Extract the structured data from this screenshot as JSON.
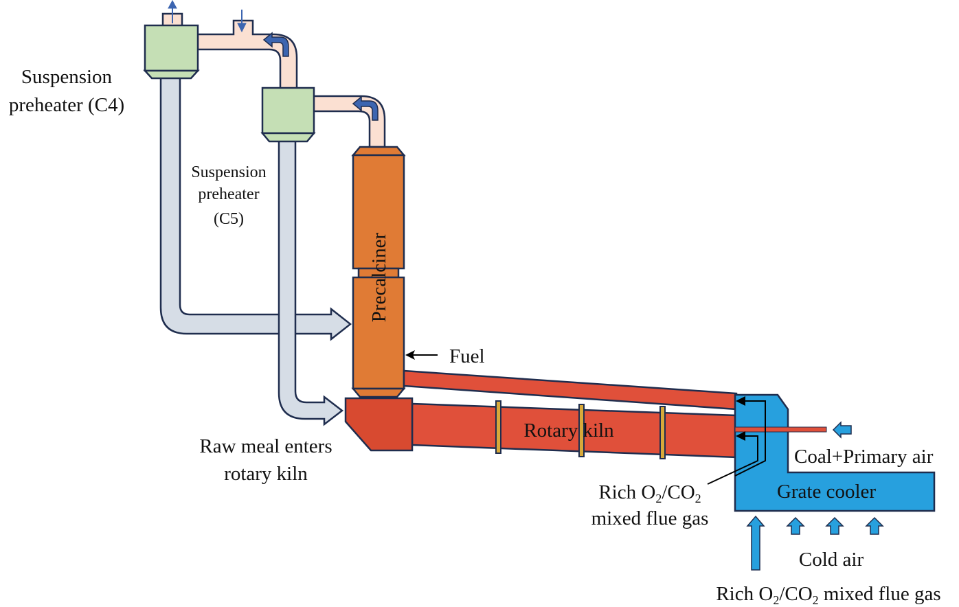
{
  "diagram": {
    "type": "process-flow",
    "subject": "Oxy-fuel cement clinker production line",
    "colors": {
      "preheater": "#c5dfb5",
      "preheater_outline": "#1f2d4e",
      "gas_duct": "#fbe0d2",
      "meal_duct": "#d6dde6",
      "precalciner": "#e07b35",
      "rotary_kiln": "#e0503a",
      "kiln_inlet": "#d84a30",
      "kiln_tyre": "#d8a93a",
      "grate_cooler": "#27a0de",
      "flow_arrow": "#3c65b0",
      "air_arrow": "#27a0de",
      "text": "#111111"
    },
    "components": {
      "preheater_c4": {
        "label_line1": "Suspension",
        "label_line2": "preheater (C4)"
      },
      "preheater_c5": {
        "label_line1": "Suspension",
        "label_line2": "preheater",
        "label_line3": "(C5)"
      },
      "precalciner": {
        "label": "Precalciner"
      },
      "rotary_kiln": {
        "label": "Rotary kiln"
      },
      "grate_cooler": {
        "label": "Grate cooler"
      }
    },
    "flows": {
      "fuel": {
        "label": "Fuel"
      },
      "raw_meal": {
        "label_line1": "Raw meal enters",
        "label_line2": "rotary kiln"
      },
      "coal_primary_air": {
        "label": "Coal+Primary air"
      },
      "tertiary_gas": {
        "prefix": "Rich O",
        "sub1": "2",
        "mid": "/CO",
        "sub2": "2",
        "line2": "mixed flue gas"
      },
      "cold_air": {
        "label": "Cold air"
      },
      "inlet_gas": {
        "prefix": "Rich O",
        "sub1": "2",
        "mid": "/CO",
        "sub2": "2",
        "suffix": " mixed flue gas"
      }
    }
  }
}
